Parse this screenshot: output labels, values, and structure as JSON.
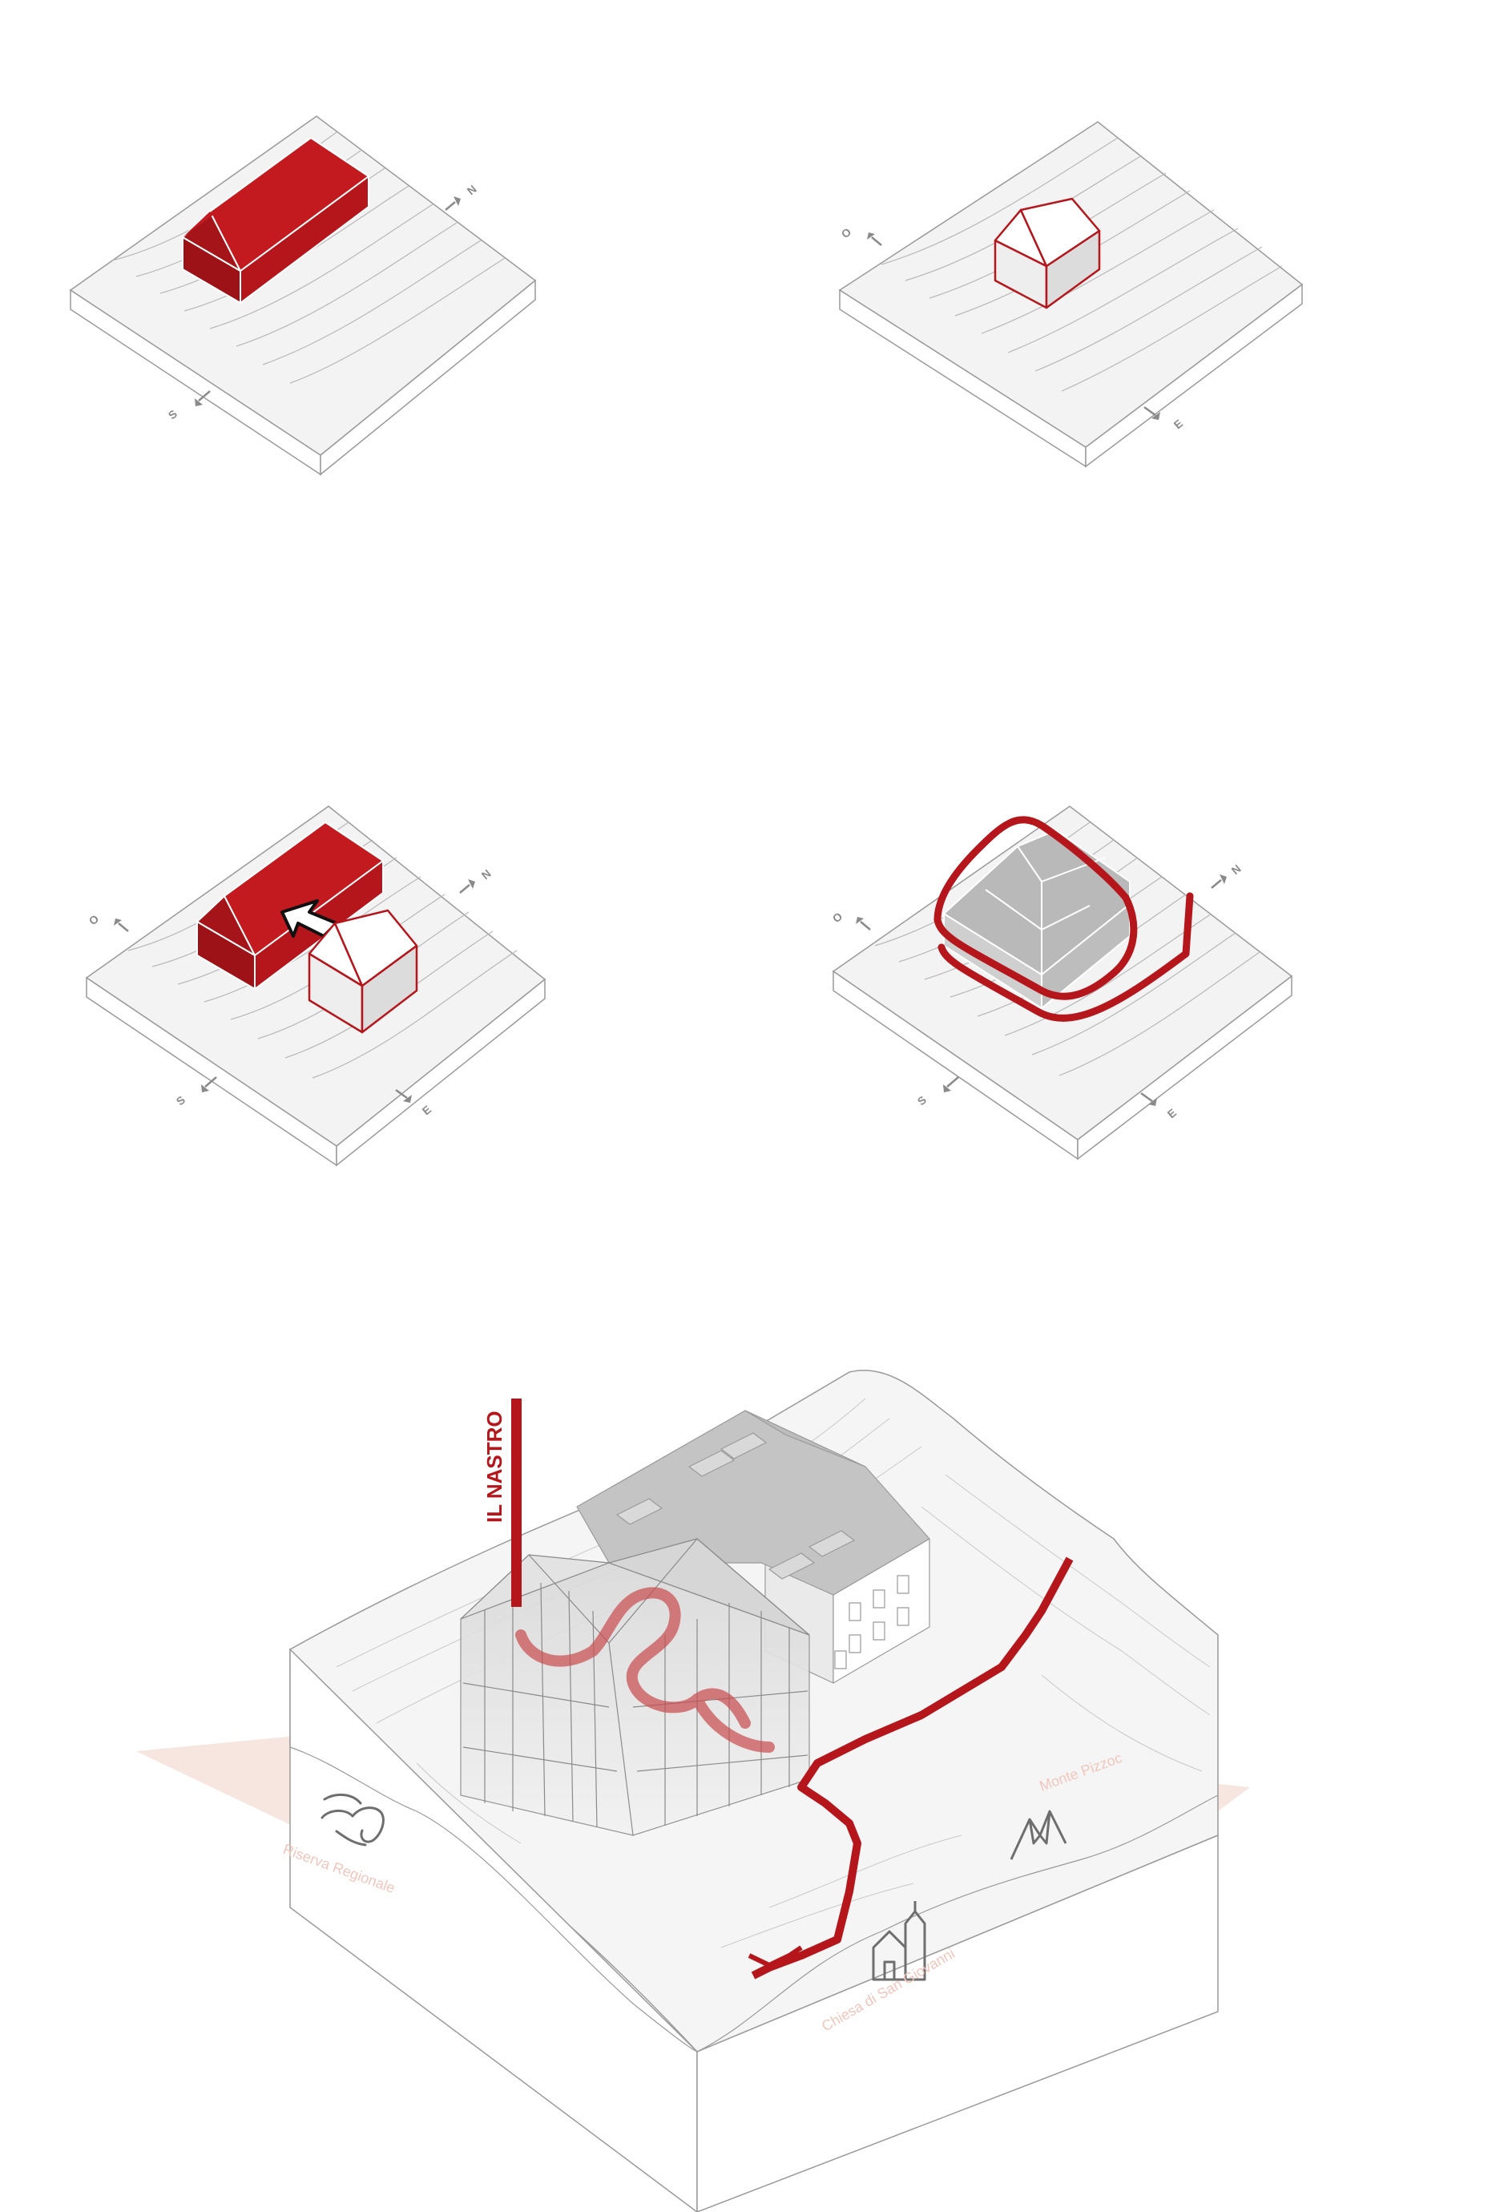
{
  "colors": {
    "accent_red": "#b5161b",
    "dark_red": "#8e0f12",
    "slab_top": "#f3f3f3",
    "slab_side": "#ffffff",
    "outline": "#9a9a9a",
    "contour": "#b8b8b8",
    "grey_roof": "#b9b9b9",
    "arrow_grey": "#8a8a8a",
    "pink_fan": "#f4ddd6"
  },
  "panels": [
    {
      "name": "panel-top-left",
      "arrows": [
        {
          "label": "N",
          "icon": "arrow-icon"
        },
        {
          "label": "S",
          "icon": "arrow-icon"
        }
      ]
    },
    {
      "name": "panel-top-right",
      "arrows": [
        {
          "label": "O",
          "icon": "arrow-icon"
        },
        {
          "label": "E",
          "icon": "arrow-icon"
        }
      ]
    },
    {
      "name": "panel-middle-left",
      "arrows": [
        {
          "label": "N",
          "icon": "arrow-icon"
        },
        {
          "label": "O",
          "icon": "arrow-icon"
        },
        {
          "label": "S",
          "icon": "arrow-icon"
        },
        {
          "label": "E",
          "icon": "arrow-icon"
        }
      ]
    },
    {
      "name": "panel-middle-right",
      "arrows": [
        {
          "label": "N",
          "icon": "arrow-icon"
        },
        {
          "label": "O",
          "icon": "arrow-icon"
        },
        {
          "label": "S",
          "icon": "arrow-icon"
        },
        {
          "label": "E",
          "icon": "arrow-icon"
        }
      ]
    }
  ],
  "main": {
    "ribbon_label": "IL NASTRO",
    "icons": [
      "eagle-icon",
      "mountain-icon",
      "church-icon"
    ],
    "faint_labels": [
      "Riserva Regionale",
      "Chiesa di San Giovanni",
      "Monte Pizzoc"
    ]
  }
}
